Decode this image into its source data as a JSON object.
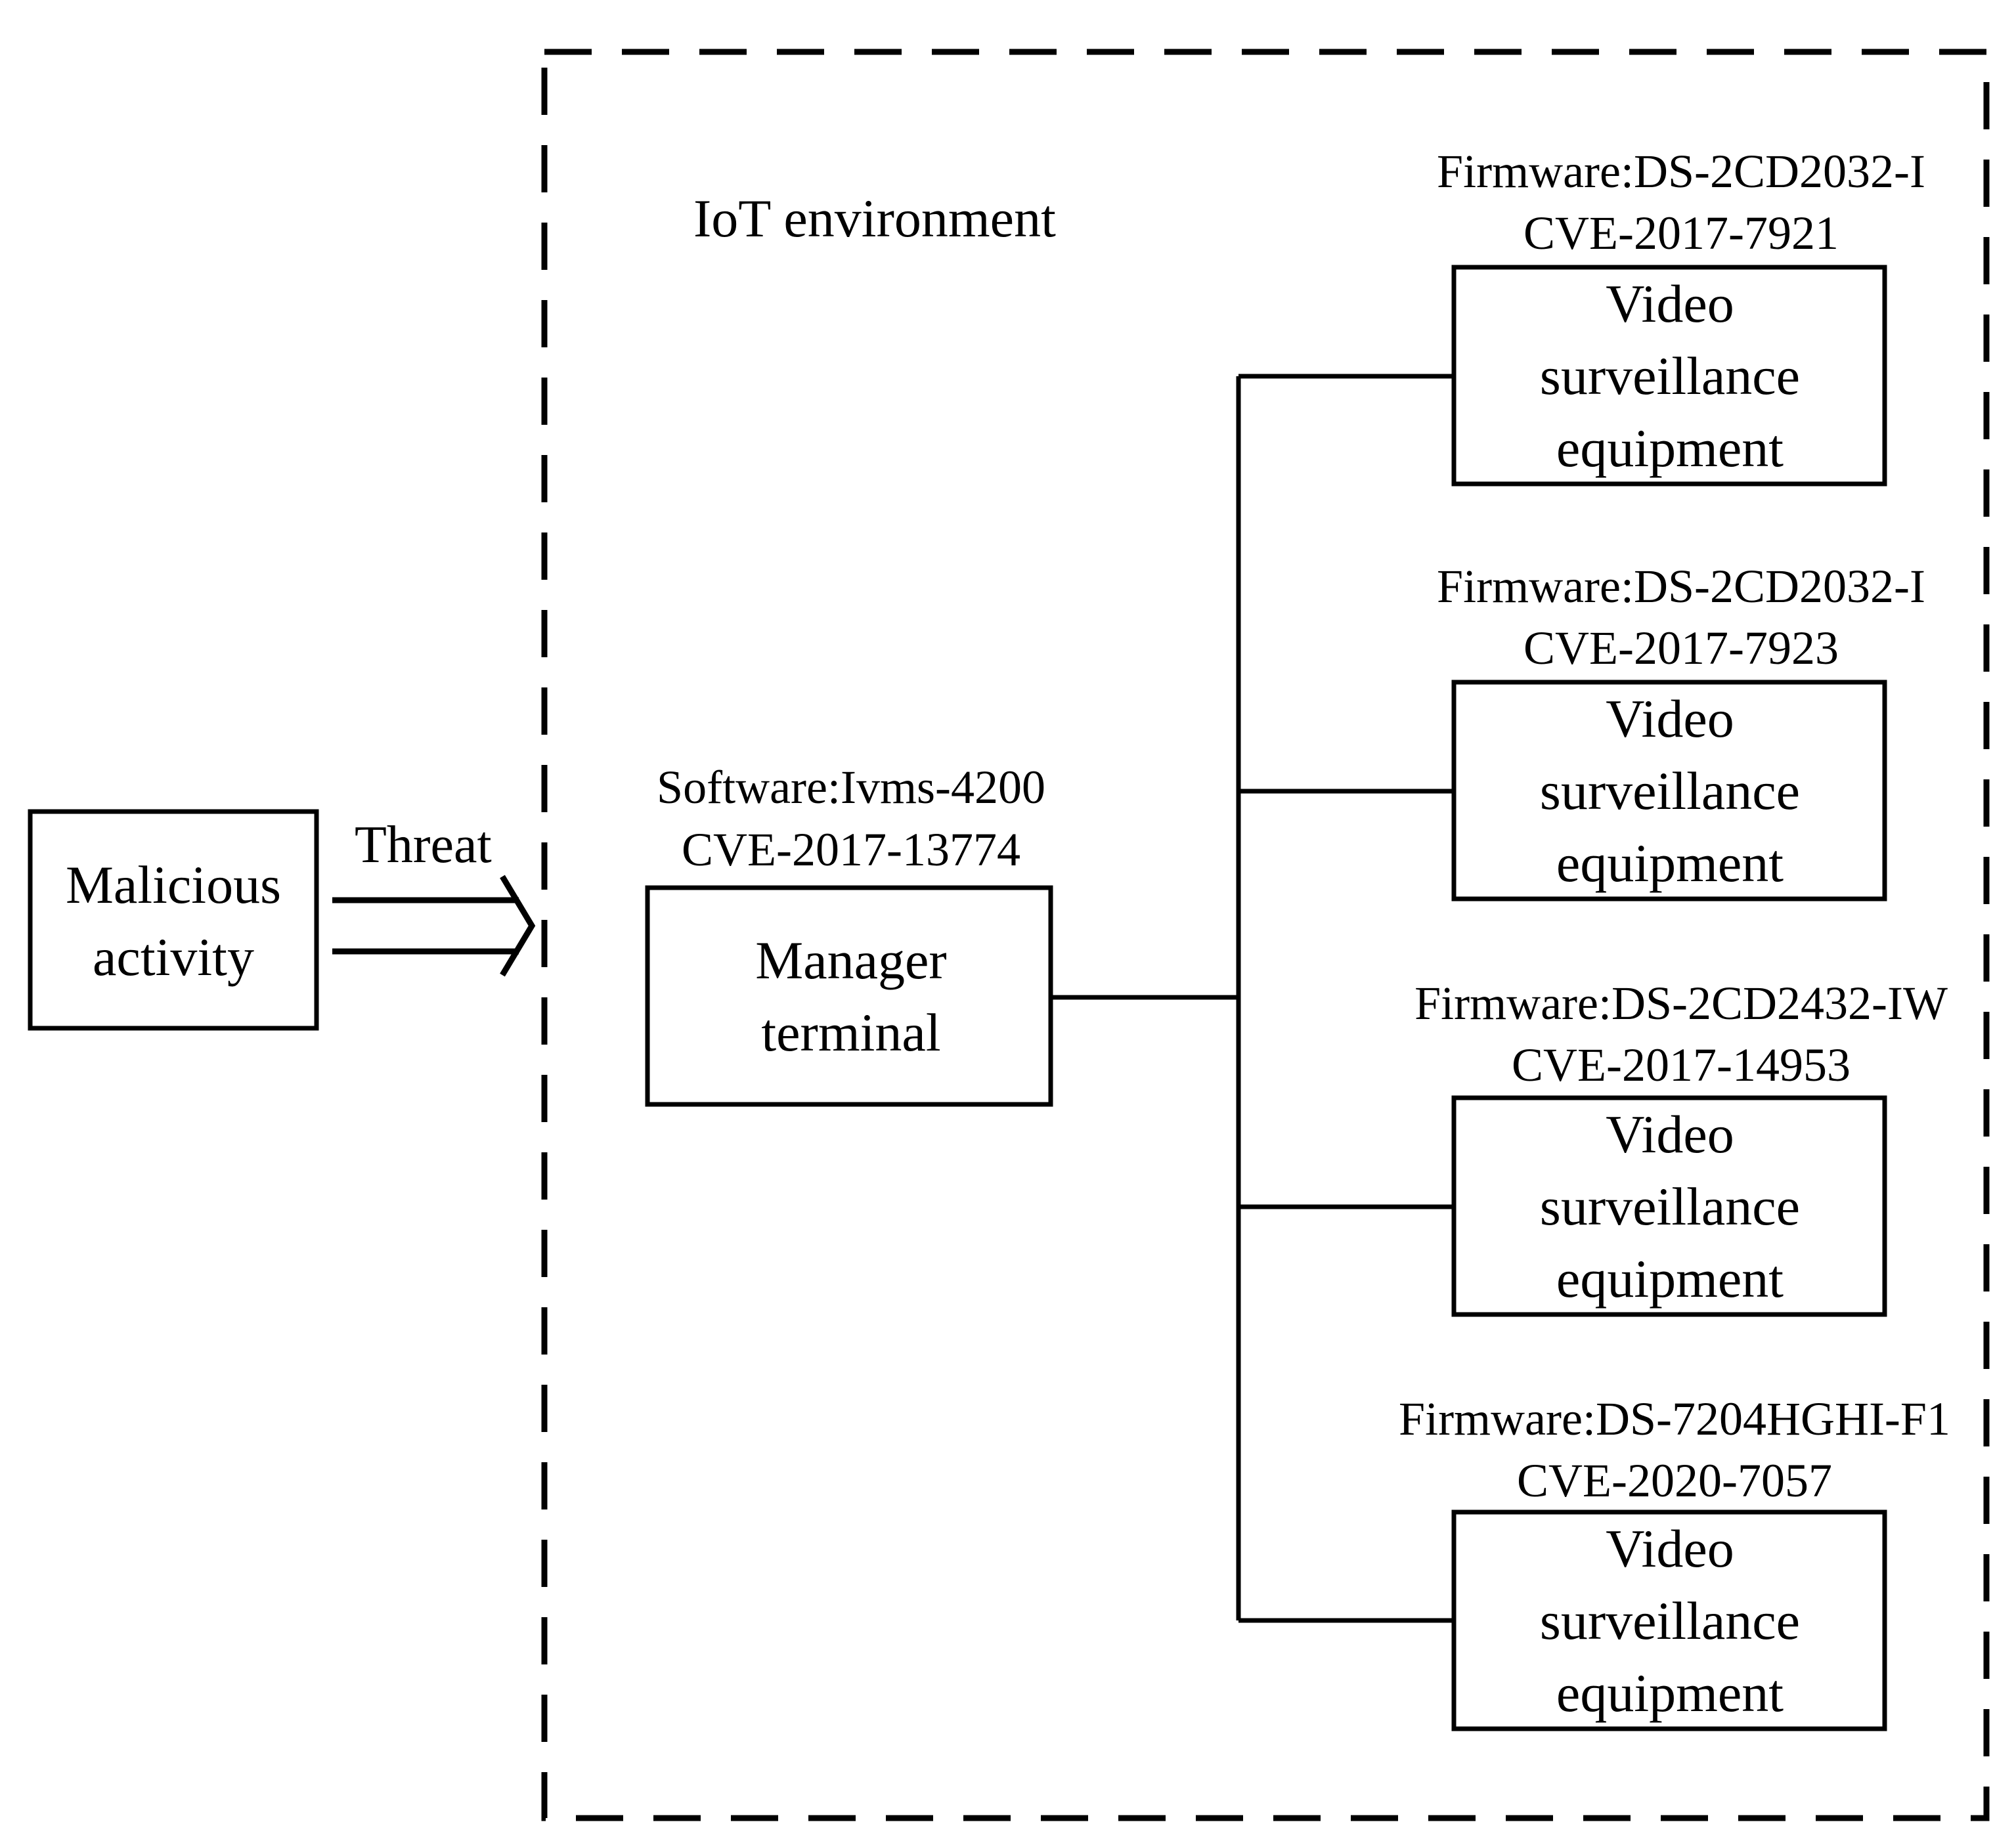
{
  "environment": {
    "label": "IoT environment"
  },
  "threat": {
    "source": {
      "line1": "Malicious",
      "line2": "activity"
    },
    "arrow_label": "Threat"
  },
  "manager": {
    "caption_line1": "Software:Ivms-4200",
    "caption_line2": "CVE-2017-13774",
    "line1": "Manager",
    "line2": "terminal"
  },
  "devices": [
    {
      "caption_line1": "Firmware:DS-2CD2032-I",
      "caption_line2": "CVE-2017-7921",
      "line1": "Video",
      "line2": "surveillance",
      "line3": "equipment"
    },
    {
      "caption_line1": "Firmware:DS-2CD2032-I",
      "caption_line2": "CVE-2017-7923",
      "line1": "Video",
      "line2": "surveillance",
      "line3": "equipment"
    },
    {
      "caption_line1": "Firmware:DS-2CD2432-IW",
      "caption_line2": "CVE-2017-14953",
      "line1": "Video",
      "line2": "surveillance",
      "line3": "equipment"
    },
    {
      "caption_line1": "Firmware:DS-7204HGHI-F1",
      "caption_line2": "CVE-2020-7057",
      "line1": "Video",
      "line2": "surveillance",
      "line3": "equipment"
    }
  ]
}
